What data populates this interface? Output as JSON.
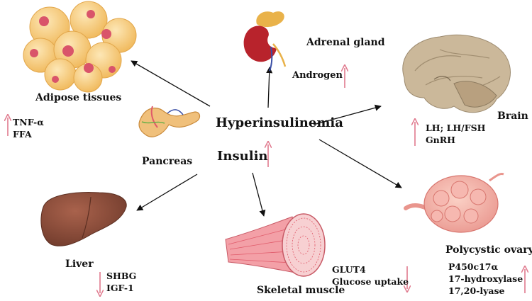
{
  "center": {
    "title": "Hyperinsulinemia",
    "subtitle": "Insulin",
    "indicator_color": "#e07a8e"
  },
  "adipose": {
    "name": "Adipose tissues",
    "markers": [
      "TNF-α",
      "FFA"
    ],
    "direction": "up"
  },
  "pancreas": {
    "name": "Pancreas"
  },
  "adrenal": {
    "name": "Adrenal gland",
    "marker": "Androgen",
    "direction": "up"
  },
  "brain": {
    "name": "Brain",
    "markers": [
      "LH; LH/FSH",
      "GnRH"
    ],
    "direction": "up"
  },
  "liver": {
    "name": "Liver",
    "markers": [
      "SHBG",
      "IGF-1"
    ],
    "direction": "down"
  },
  "muscle": {
    "name": "Skeletal muscle",
    "markers": [
      "GLUT4",
      "Glucose uptake"
    ],
    "direction": "down"
  },
  "ovary": {
    "name": "Polycystic ovary",
    "markers": [
      "P450c17α",
      "17-hydroxylase",
      "17,20-lyase"
    ],
    "direction": "up"
  },
  "colors": {
    "arrow_indicator": "#e07a8e",
    "connector": "#111111",
    "fat": "#f3c36a",
    "nucleus": "#d9546a",
    "liver": "#8a4c39",
    "adrenal_kidney": "#b8232c",
    "adrenal_cap": "#e9b24a",
    "brain": "#c9b79a",
    "ovary": "#f2a7a0",
    "muscle": "#e05a6a"
  }
}
